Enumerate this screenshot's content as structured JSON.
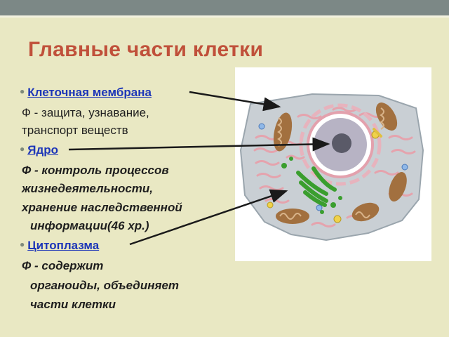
{
  "title": "Главные части клетки",
  "items": [
    {
      "name": "Клеточная мембрана",
      "lines": [
        "Ф - защита, узнавание,",
        "транспорт веществ"
      ]
    },
    {
      "name": "Ядро",
      "lines": [
        "Ф - контроль процессов",
        "жизнедеятельности,",
        "хранение наследственной",
        "информации(46 хр.)"
      ]
    },
    {
      "name": "Цитоплазма",
      "lines": [
        "Ф - содержит",
        "органоиды, объединяет",
        "части клетки"
      ]
    }
  ],
  "colors": {
    "background": "#e9e8c3",
    "title": "#c0503a",
    "link": "#1d36b8",
    "cell_body": "#c9cfd4",
    "nucleus": "#b7b3c4",
    "mitochondria": "#a2703f",
    "golgi": "#3a9e2e",
    "er": "#e5a3ad"
  },
  "icons": [
    "bullet-dot",
    "cell-illustration",
    "pointer-arrow"
  ]
}
